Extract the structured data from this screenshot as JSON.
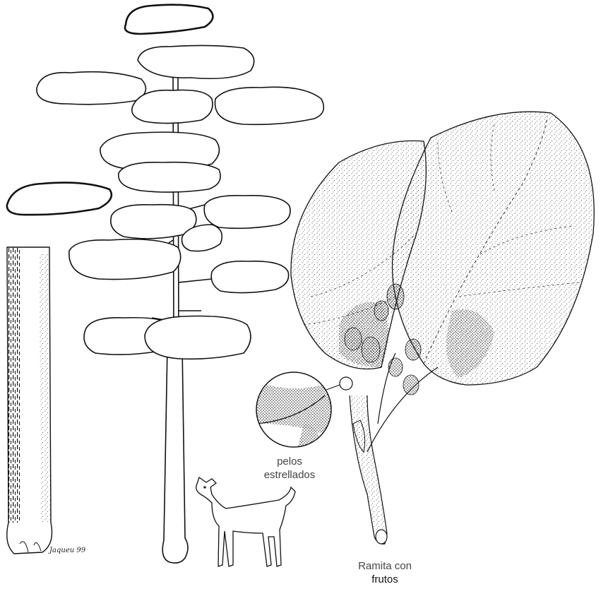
{
  "labels": {
    "hairs_line1": "pelos",
    "hairs_line2": "estrellados",
    "twig_line1": "Ramita con",
    "twig_line2": "frutos"
  },
  "signature": "Jaqueu 99",
  "colors": {
    "ink": "#111111",
    "stipple": "#222222",
    "label_gray": "#444444",
    "background": "#ffffff"
  }
}
